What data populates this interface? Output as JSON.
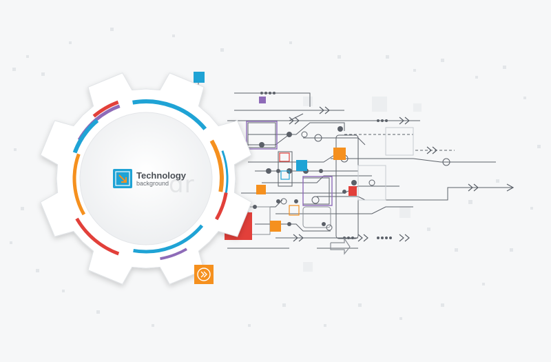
{
  "label": {
    "title": "Technology",
    "subtitle": "background"
  },
  "watermark": "dr",
  "icons": {
    "logo": "arrow-diagonal-icon",
    "badge": "double-arrow-circle-icon"
  },
  "colors": {
    "background": "#f6f7f8",
    "blue": "#1fa3d5",
    "orange": "#f5901e",
    "purple": "#8e6bb8",
    "red": "#e2403a",
    "circuit": "#5b6068"
  }
}
